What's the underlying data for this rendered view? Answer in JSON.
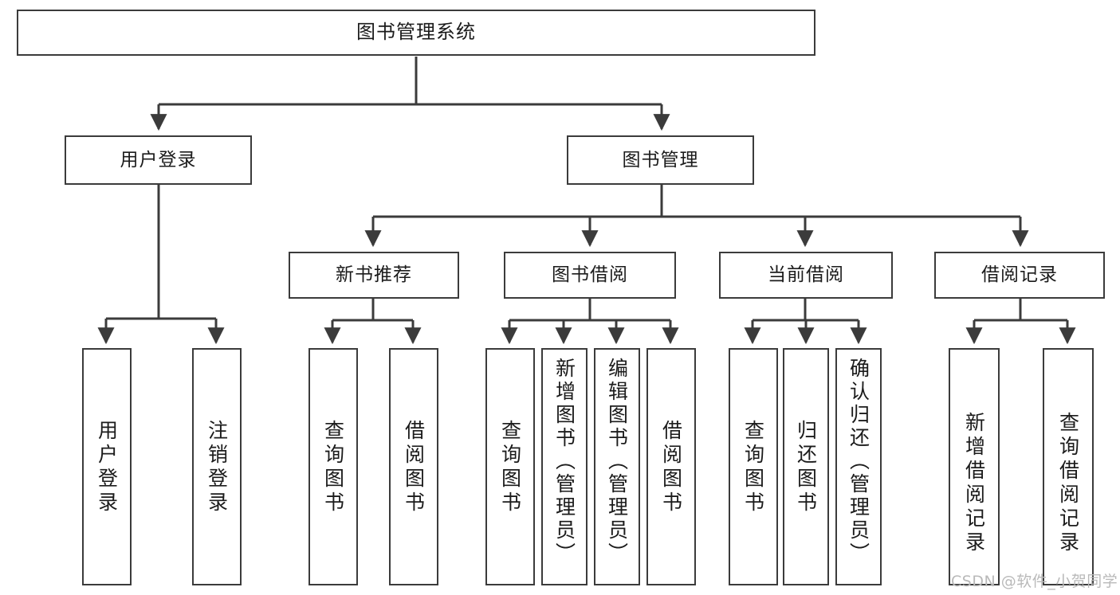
{
  "diagram": {
    "title": "图书管理系统",
    "levels": {
      "root": {
        "label": "图书管理系统"
      },
      "level2": [
        {
          "label": "用户登录"
        },
        {
          "label": "图书管理"
        }
      ],
      "level3": [
        {
          "label": "新书推荐"
        },
        {
          "label": "图书借阅"
        },
        {
          "label": "当前借阅"
        },
        {
          "label": "借阅记录"
        }
      ],
      "leaves": {
        "user_login": [
          {
            "label": "用户登录"
          },
          {
            "label": "注销登录"
          }
        ],
        "new_book_recommend": [
          {
            "label": "查询图书"
          },
          {
            "label": "借阅图书"
          }
        ],
        "book_borrow": [
          {
            "label": "查询图书"
          },
          {
            "label": "新增图书（管理员）"
          },
          {
            "label": "编辑图书（管理员）"
          },
          {
            "label": "借阅图书"
          }
        ],
        "current_borrow": [
          {
            "label": "查询图书"
          },
          {
            "label": "归还图书"
          },
          {
            "label": "确认归还（管理员）"
          }
        ],
        "borrow_record": [
          {
            "label": "新增借阅记录"
          },
          {
            "label": "查询借阅记录"
          }
        ]
      }
    },
    "watermark": "CSDN @软件_小贺同学",
    "colors": {
      "stroke": "#3b3b3b",
      "fill": "#ffffff",
      "text": "#1b1b1b",
      "watermark": "#b9b9b9"
    }
  }
}
